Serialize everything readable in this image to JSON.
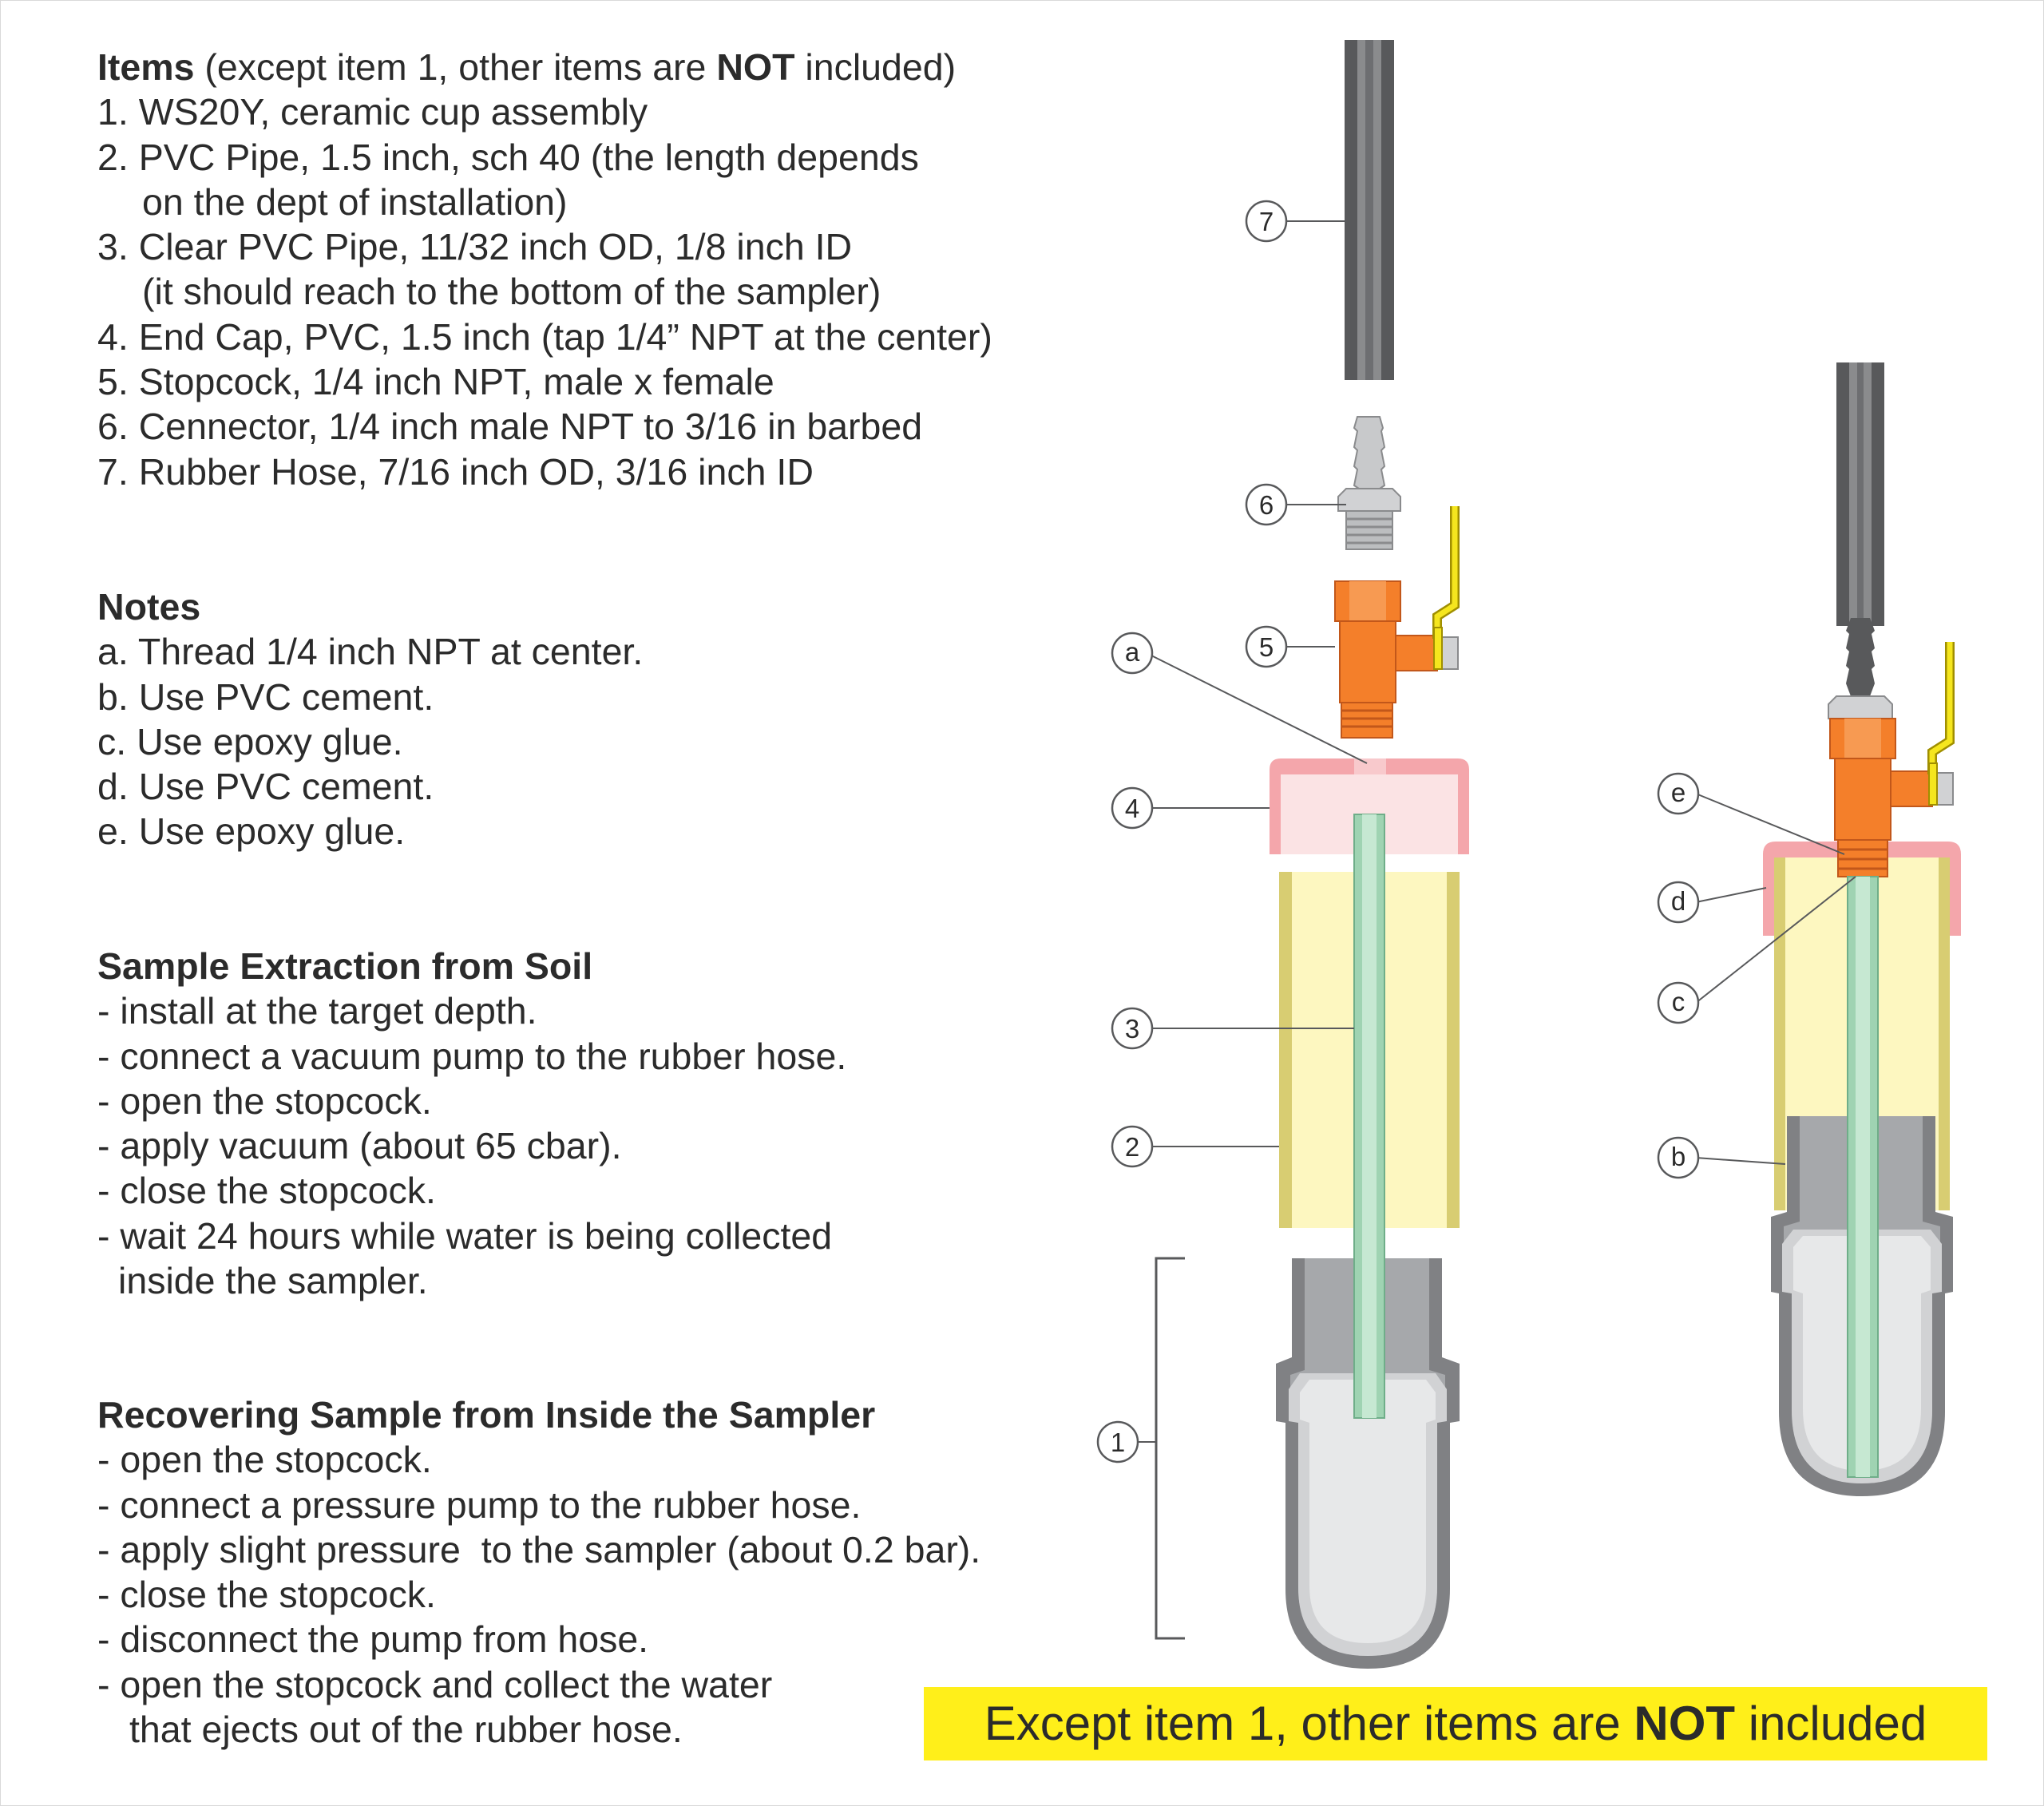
{
  "items": {
    "heading": "Items",
    "heading_rest_1": " (except item 1, other items are ",
    "heading_bold": "NOT",
    "heading_rest_2": " included)",
    "list": [
      "1. WS20Y, ceramic cup assembly",
      "2. PVC Pipe, 1.5 inch, sch 40 (the length depends",
      "on the dept of installation)",
      "3. Clear PVC Pipe, 11/32 inch OD, 1/8 inch ID",
      "(it should reach to the bottom of the sampler)",
      "4. End Cap, PVC, 1.5 inch (tap 1/4” NPT at the center)",
      "5. Stopcock, 1/4 inch NPT, male x female",
      "6. Cennector, 1/4 inch male NPT to 3/16 in barbed",
      "7. Rubber Hose, 7/16 inch OD, 3/16 inch ID"
    ]
  },
  "notes": {
    "heading": "Notes",
    "list": [
      "a. Thread 1/4 inch NPT at center.",
      "b. Use PVC cement.",
      "c. Use epoxy glue.",
      "d. Use PVC cement.",
      "e. Use epoxy glue."
    ]
  },
  "extraction": {
    "heading": "Sample Extraction from Soil",
    "list": [
      "- install at the target depth.",
      "- connect a vacuum pump to the rubber hose.",
      "- open the stopcock.",
      "- apply vacuum (about 65 cbar).",
      "- close the stopcock.",
      "- wait 24 hours while water is being collected",
      "inside the sampler."
    ]
  },
  "recovering": {
    "heading": "Recovering Sample from Inside the Sampler",
    "list": [
      "- open the stopcock.",
      "- connect a pressure pump to the rubber hose.",
      "- apply slight pressure  to the sampler (about 0.2 bar).",
      "- close the stopcock.",
      "- disconnect the pump from hose.",
      "- open the stopcock and collect the water",
      "that ejects out of the rubber hose."
    ]
  },
  "callouts": {
    "item_numbers": [
      "1",
      "2",
      "3",
      "4",
      "5",
      "6",
      "7"
    ],
    "note_letters": [
      "a",
      "b",
      "c",
      "d",
      "e"
    ]
  },
  "banner": {
    "text_1": "Except item 1, other items are ",
    "text_bold": "NOT",
    "text_2": " included"
  },
  "colors": {
    "hose": "#58595b",
    "connector": "#c8c9cb",
    "stopcock": "#f47f2a",
    "handle": "#f5e61e",
    "end_cap": "#f4a6ab",
    "end_cap_fill": "#fbe3e4",
    "pvc_pipe_wall": "#d8cd72",
    "pvc_pipe_fill": "#fdf7c0",
    "clear_tube": "#9fd3b2",
    "ceramic_cup": "#e7e8e9",
    "collar": "#808184",
    "banner": "#ffef1a"
  }
}
